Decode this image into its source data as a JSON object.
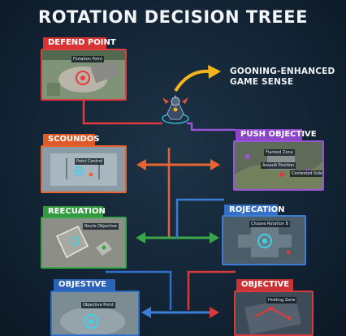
{
  "title": "ROTATION DECISION TREEE",
  "callout": {
    "line1": "GOONING-ENHANCED",
    "line2": "GAME SENSE"
  },
  "nodes": {
    "defend_point": {
      "label": "DEFEND POINT",
      "tag": "Flotation Point",
      "color": "#e03b3b"
    },
    "scoundos": {
      "label": "SCOUNDOS",
      "tag": "Point Control",
      "color": "#e8632f"
    },
    "push_objective": {
      "label": "PUSH OBJECTIVE",
      "tag1": "Flanked Zone",
      "tag2": "Assault Position",
      "tag3": "Contested Side",
      "color": "#9a55d6"
    },
    "reecuation": {
      "label": "REECUATION",
      "tag": "Route Objective",
      "color": "#3aa64a"
    },
    "rojecation": {
      "label": "ROJECATION",
      "tag": "Choose Rotation B",
      "color": "#3c7dd6"
    },
    "objestive": {
      "label": "OBJESTIVE",
      "tag": "Objective Point",
      "color": "#2f6fc9"
    },
    "objective": {
      "label": "OBJECTIVE",
      "tag": "Holding Zone",
      "color": "#d8393a"
    }
  },
  "colors": {
    "red": "#e03b3b",
    "orange": "#e8632f",
    "purple": "#9a55d6",
    "green": "#3aa64a",
    "blue": "#3c7dd6",
    "gold": "#f2b51c"
  }
}
